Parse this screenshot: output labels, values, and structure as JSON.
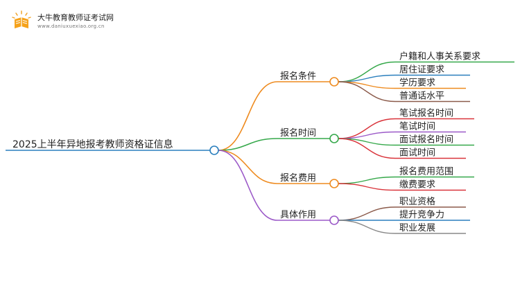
{
  "header": {
    "site_name": "大牛教育教师证考试网",
    "site_url": "www.daniuxuexiao.org.cn"
  },
  "mindmap": {
    "root": "2025上半年异地报考教师资格证信息",
    "branches": [
      {
        "label": "报名条件",
        "color": "#ee8a1e",
        "children": [
          {
            "label": "户籍和人事关系要求",
            "color": "#35a84a"
          },
          {
            "label": "居住证要求",
            "color": "#2a7fbd"
          },
          {
            "label": "学历要求",
            "color": "#ee8a1e"
          },
          {
            "label": "普通话水平",
            "color": "#8b5a4a"
          }
        ]
      },
      {
        "label": "报名时间",
        "color": "#35a84a",
        "children": [
          {
            "label": "笔试报名时间",
            "color": "#d9333a"
          },
          {
            "label": "笔试时间",
            "color": "#9b59c8"
          },
          {
            "label": "面试报名时间",
            "color": "#35a84a"
          },
          {
            "label": "面试时间",
            "color": "#d9333a"
          }
        ]
      },
      {
        "label": "报名费用",
        "color": "#ee8a1e",
        "children": [
          {
            "label": "报名费用范围",
            "color": "#35a84a"
          },
          {
            "label": "缴费要求",
            "color": "#d9333a"
          }
        ]
      },
      {
        "label": "具体作用",
        "color": "#9b59c8",
        "children": [
          {
            "label": "职业资格",
            "color": "#8b5a4a"
          },
          {
            "label": "提升竞争力",
            "color": "#2a7fbd"
          },
          {
            "label": "职业发展",
            "color": "#888888"
          }
        ]
      }
    ]
  }
}
